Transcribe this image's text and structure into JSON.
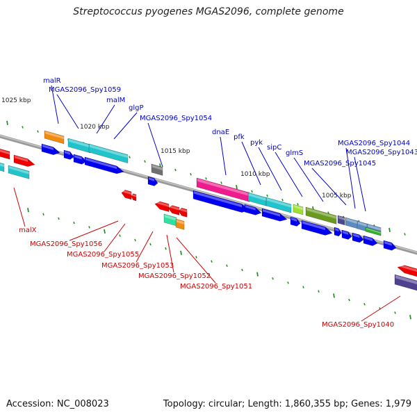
{
  "title": "Streptococcus pyogenes MGAS2096, complete genome",
  "footer": {
    "accession": "Accession: NC_008023",
    "topology": "Topology: circular; Length: 1,860,355 bp; Genes: 1,979"
  },
  "scale_labels": [
    "1025 kbp",
    "1020 kbp",
    "1015 kbp",
    "1010 kbp",
    "1005 kbp"
  ],
  "gene_labels_forward": [
    "malR",
    "MGAS2096_Spy1059",
    "malM",
    "glgP",
    "MGAS2096_Spy1054",
    "dnaE",
    "pfk",
    "pyk",
    "sipC",
    "glmS",
    "MGAS2096_Spy1045",
    "MGAS2096_Spy1044",
    "MGAS2096_Spy1043"
  ],
  "gene_labels_reverse": [
    "malX",
    "MGAS2096_Spy1056",
    "MGAS2096_Spy1055",
    "MGAS2096_Spy1053",
    "MGAS2096_Spy1052",
    "MGAS2096_Spy1051",
    "MGAS2096_Spy1040"
  ],
  "colors": {
    "forward_label": "#0000cc",
    "reverse_label": "#cc0000",
    "backbone": "#808080",
    "tick": "#2d8a2d",
    "cds_blue": "#0000ee",
    "cds_red": "#ee0000",
    "cyan": "#22c4cc",
    "orange": "#f08a10",
    "magenta": "#ee1c8c",
    "olive": "#6a9a20",
    "lime": "#a0e030",
    "steel": "#5a8cc0",
    "green": "#30b030",
    "gray": "#707070",
    "slate": "#4a4a8a",
    "mint": "#30e0a0",
    "purple": "#504090"
  }
}
